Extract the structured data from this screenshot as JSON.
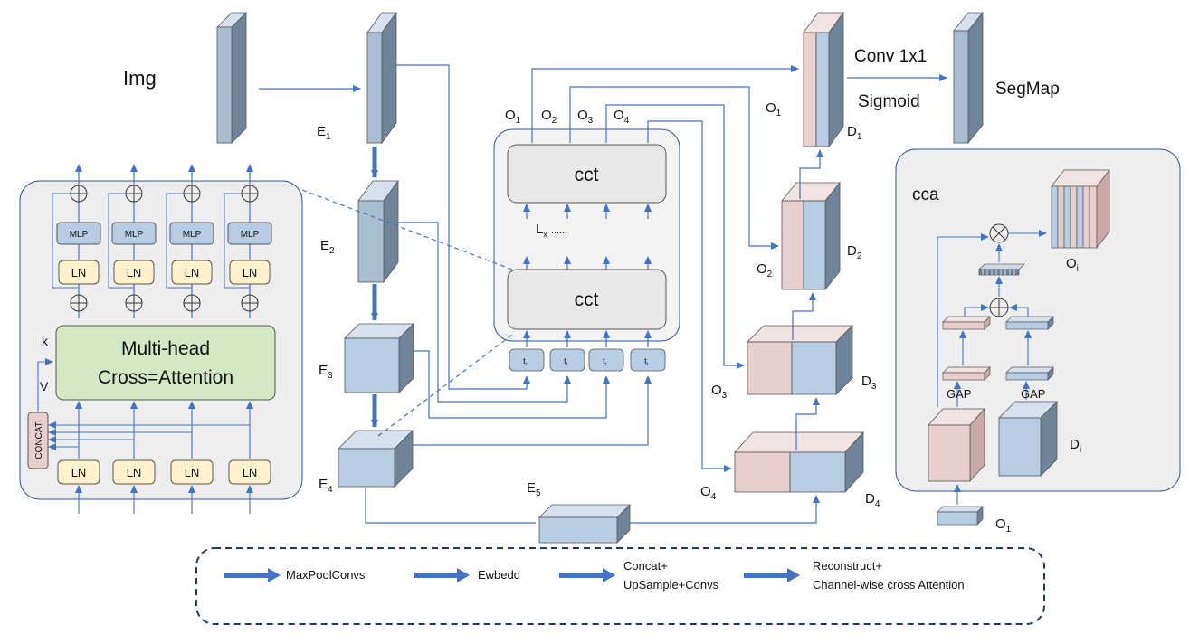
{
  "labels": {
    "img": "Img",
    "segmap": "SegMap",
    "conv": "Conv 1x1",
    "sigmoid": "Sigmoid",
    "mhca_line1": "Multi-head",
    "mhca_line2": "Cross=Attention",
    "k": "k",
    "v": "V",
    "concat": "CONCAT",
    "mlp": "MLP",
    "ln": "LN",
    "cct": "cct",
    "lx": "L",
    "lx_sub": "x",
    "lx_dots": "......",
    "cca": "cca",
    "gap": "GAP",
    "e": "E",
    "o": "O",
    "d": "D",
    "token": "t",
    "token_sub": "i",
    "i_sub": "i",
    "n1": "1",
    "n2": "2",
    "n3": "3",
    "n4": "4",
    "n5": "5"
  },
  "legend": {
    "item1": "MaxPoolConvs",
    "item2": "Ewbedd",
    "item3_line1": "Concat+",
    "item3_line2": "UpSample+Convs",
    "item4_line1": "Reconstruct+",
    "item4_line2": "Channel-wise cross Attention"
  },
  "colors": {
    "arrow": "#4472c4",
    "panel_fill": "#eeeeee",
    "panel_stroke": "#2f5597",
    "block_blue": "#b8cce4",
    "block_pink": "#e6cfcc",
    "ln_fill": "#fff2cc",
    "mlp_fill": "#b8cce4",
    "attn_fill": "#d5e8c4",
    "cct_fill": "#e8e8e8"
  }
}
